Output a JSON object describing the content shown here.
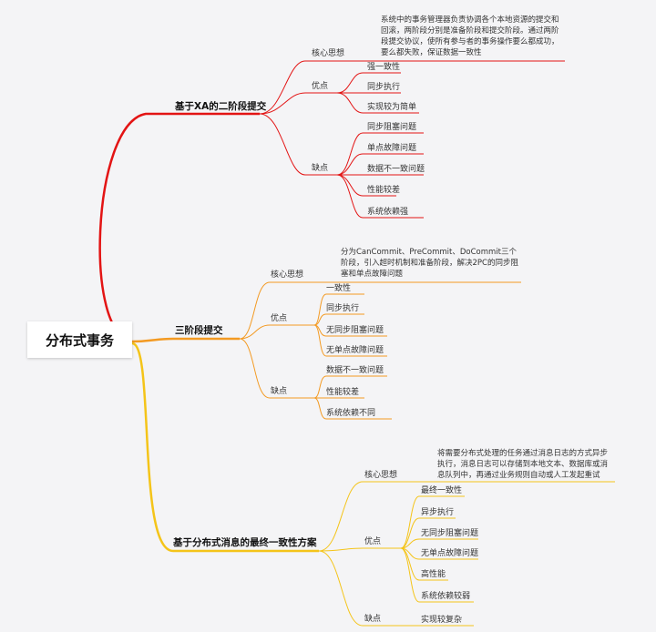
{
  "root": "分布式事务",
  "colors": {
    "xa": "#e31414",
    "tcc": "#f39a22",
    "mq": "#f4c419"
  },
  "branches": [
    {
      "key": "xa",
      "title": "基于XA的二阶段提交",
      "core": {
        "label": "核心思想",
        "text": "系统中的事务管理器负责协调各个本地资源的提交和回滚，两阶段分别是准备阶段和提交阶段。通过两阶段提交协议，使所有参与者的事务操作要么都成功，要么都失败，保证数据一致性"
      },
      "pros": {
        "label": "优点",
        "items": [
          "强一致性",
          "同步执行",
          "实现较为简单"
        ]
      },
      "cons": {
        "label": "缺点",
        "items": [
          "同步阻塞问题",
          "单点故障问题",
          "数据不一致问题",
          "性能较差",
          "系统依赖强"
        ]
      }
    },
    {
      "key": "tcc",
      "title": "三阶段提交",
      "core": {
        "label": "核心思想",
        "text": "分为CanCommit、PreCommit、DoCommit三个阶段，引入超时机制和准备阶段，解决2PC的同步阻塞和单点故障问题"
      },
      "pros": {
        "label": "优点",
        "items": [
          "一致性",
          "同步执行",
          "无同步阻塞问题",
          "无单点故障问题"
        ]
      },
      "cons": {
        "label": "缺点",
        "items": [
          "数据不一致问题",
          "性能较差",
          "系统依赖不同"
        ]
      }
    },
    {
      "key": "mq",
      "title": "基于分布式消息的最终一致性方案",
      "core": {
        "label": "核心思想",
        "text": "将需要分布式处理的任务通过消息日志的方式异步执行，消息日志可以存储到本地文本、数据库或消息队列中，再通过业务规则自动或人工发起重试"
      },
      "pros": {
        "label": "优点",
        "items": [
          "最终一致性",
          "异步执行",
          "无同步阻塞问题",
          "无单点故障问题",
          "高性能",
          "系统依赖较弱"
        ]
      },
      "cons": {
        "label": "缺点",
        "items": [
          "实现较复杂"
        ]
      }
    }
  ]
}
